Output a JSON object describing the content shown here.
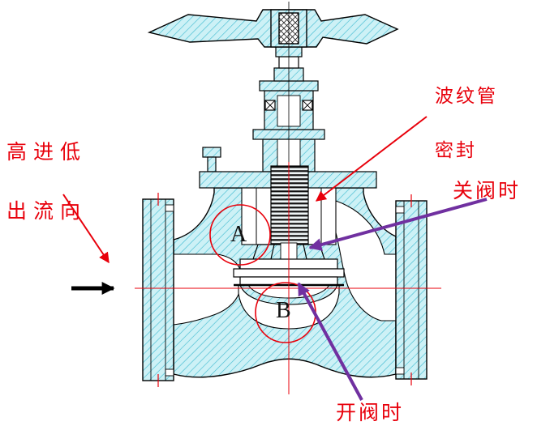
{
  "title": "bellows-sealed-globe-valve-cross-section",
  "annotations": {
    "flow_direction_line1": "高进低",
    "flow_direction_line2": "出流向",
    "bellows_seal_line1": "波纹管",
    "bellows_seal_line2": "密封",
    "valve_closing": "关阀时",
    "valve_opening": "开阀时"
  },
  "markers": {
    "point_a": "A",
    "point_b": "B"
  },
  "colors": {
    "annotation_red": "#e8000b",
    "arrow_purple": "#7030a0",
    "body_fill": "#cdf1f6",
    "hatch_line": "#45bdd2",
    "drawing_line": "#000000"
  }
}
